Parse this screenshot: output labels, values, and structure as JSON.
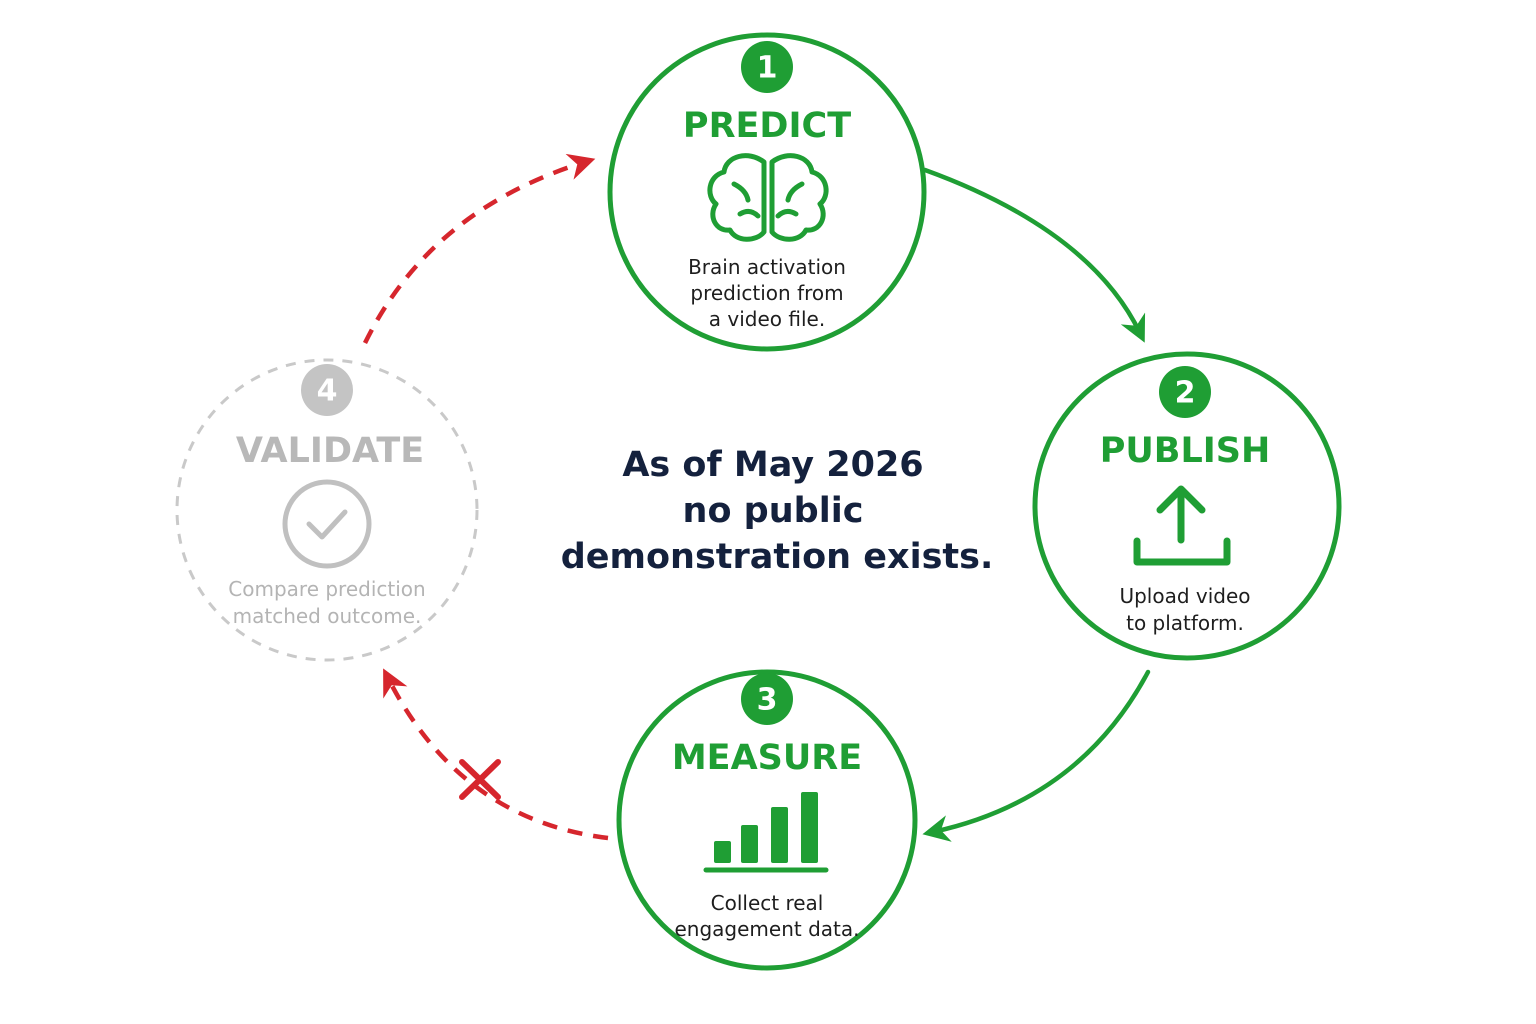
{
  "steps": [
    {
      "number": "1",
      "title": "PREDICT",
      "description": [
        "Brain activation",
        "prediction from",
        "a video file."
      ],
      "icon": "brain-icon",
      "status": "active"
    },
    {
      "number": "2",
      "title": "PUBLISH",
      "description": [
        "Upload video",
        "to platform."
      ],
      "icon": "upload-icon",
      "status": "active"
    },
    {
      "number": "3",
      "title": "MEASURE",
      "description": [
        "Collect real",
        "engagement data."
      ],
      "icon": "bar-chart-icon",
      "status": "active"
    },
    {
      "number": "4",
      "title": "VALIDATE",
      "description": [
        "Compare prediction",
        "matched outcome."
      ],
      "icon": "check-circle-icon",
      "status": "pending"
    }
  ],
  "center_note": [
    "As of May 2026",
    "no public",
    "demonstration exists."
  ],
  "colors": {
    "active": "#1f9e34",
    "pending": "#c4c4c4",
    "broken_link": "#d6262d",
    "note_text": "#14213d"
  }
}
